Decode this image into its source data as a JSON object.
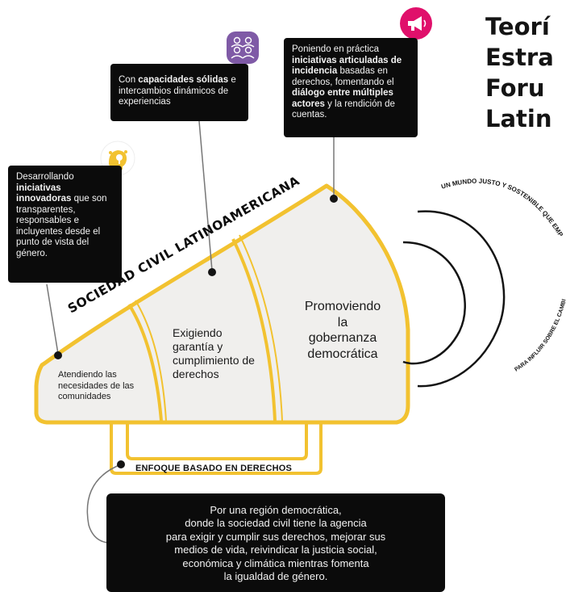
{
  "title": {
    "line1": "Teorí",
    "line2": "Estra",
    "line3": "Foru",
    "line4": "Latin"
  },
  "megaphone_label": "SOCIEDAD CIVIL LATINOAMERICANA",
  "arc_text_top": "UN MUNDO JUSTO Y SOSTENIBLE QUE EMPODERE A TOD",
  "arc_text_bottom": "PARA INFLUIR SOBRE EL CAMBIO",
  "stages": {
    "s1": [
      "Atendiendo las",
      "necesidades de las",
      "comunidades"
    ],
    "s2": [
      "Exigiendo",
      "garantía y",
      "cumplimiento de",
      "derechos"
    ],
    "s3": [
      "Promoviendo",
      "la",
      "gobernanza",
      "democrática"
    ]
  },
  "boxes": {
    "left": {
      "t1": "Desarrollando ",
      "b1": "iniciativas innovadoras",
      "t2": " que son transparentes, responsables e incluyentes desde el punto de vista del género."
    },
    "middle": {
      "t1": "Con ",
      "b1": "capacidades sólidas",
      "t2": " e intercambios dinámicos de experiencias"
    },
    "right": {
      "t1": "Poniendo en práctica ",
      "b1": "iniciativas articuladas de incidencia",
      "t2": " basadas en derechos, fomentando el ",
      "b2": "diálogo entre múltiples actores",
      "t3": " y la rendición de cuentas."
    }
  },
  "enfoque": "ENFOQUE BASADO EN DERECHOS",
  "bottom_lines": [
    "Por una región democrática,",
    "donde la sociedad civil tiene la agencia",
    "para exigir y cumplir sus derechos, mejorar sus",
    "medios de vida, reivindicar la justicia social,",
    "económica y climática mientras fomenta",
    "la igualdad de género."
  ],
  "colors": {
    "gold": "#f2c230",
    "black": "#0b0b0b",
    "fill": "#f0efed",
    "purple": "#7f5aa6",
    "pink": "#e0106b",
    "yellow": "#f2c230"
  },
  "icons": {
    "left": "lightbulb-head-icon",
    "middle": "people-group-icon",
    "right": "megaphone-icon"
  }
}
